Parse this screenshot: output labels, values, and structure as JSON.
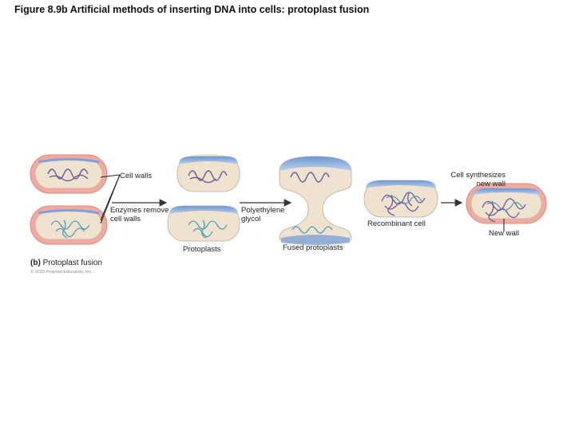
{
  "title": "Figure 8.9b Artificial methods of inserting DNA into cells: protoplast fusion",
  "labels": {
    "cell_walls": "Cell walls",
    "enzymes": "Enzymes remove cell walls",
    "protoplasts": "Protoplasts",
    "peg": "Polyethylene glycol",
    "fused": "Fused protoplasts",
    "recombinant": "Recombinant cell",
    "synthesizes": "Cell synthesizes new wall",
    "new_wall": "New wall",
    "panel_letter": "(b)",
    "panel_name": "Protoplast fusion",
    "copyright": "© 2013 Pearson Education, Inc."
  },
  "colors": {
    "cell_wall": "#f0a8a0",
    "cytoplasm": "#efe1cc",
    "membrane_blue": "#7a9fd4",
    "dna_purple": "#6a5a9a",
    "dna_teal": "#4aa0b8",
    "arrow": "#333333"
  }
}
